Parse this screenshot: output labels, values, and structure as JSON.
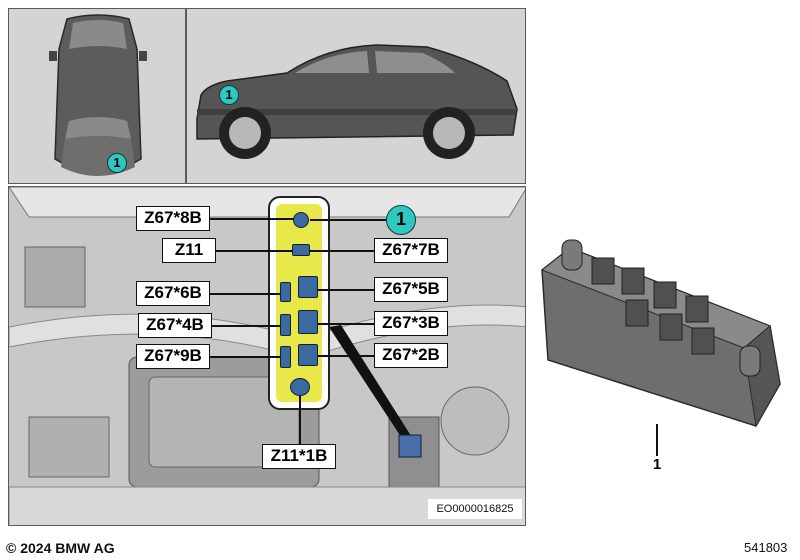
{
  "callout": "1",
  "connectors": {
    "z67_8b": "Z67*8B",
    "z11": "Z11",
    "z67_7b": "Z67*7B",
    "z67_6b": "Z67*6B",
    "z67_5b": "Z67*5B",
    "z67_4b": "Z67*4B",
    "z67_3b": "Z67*3B",
    "z67_9b": "Z67*9B",
    "z67_2b": "Z67*2B",
    "z11_1b": "Z11*1B"
  },
  "image_code": "EO0000016825",
  "part_number": "1",
  "copyright": "© 2024 BMW AG",
  "diagram_id": "541803",
  "colors": {
    "callout_fill": "#2ec8bf",
    "highlight": "#e8e84a",
    "panel_bg": "#d4d4d4"
  }
}
